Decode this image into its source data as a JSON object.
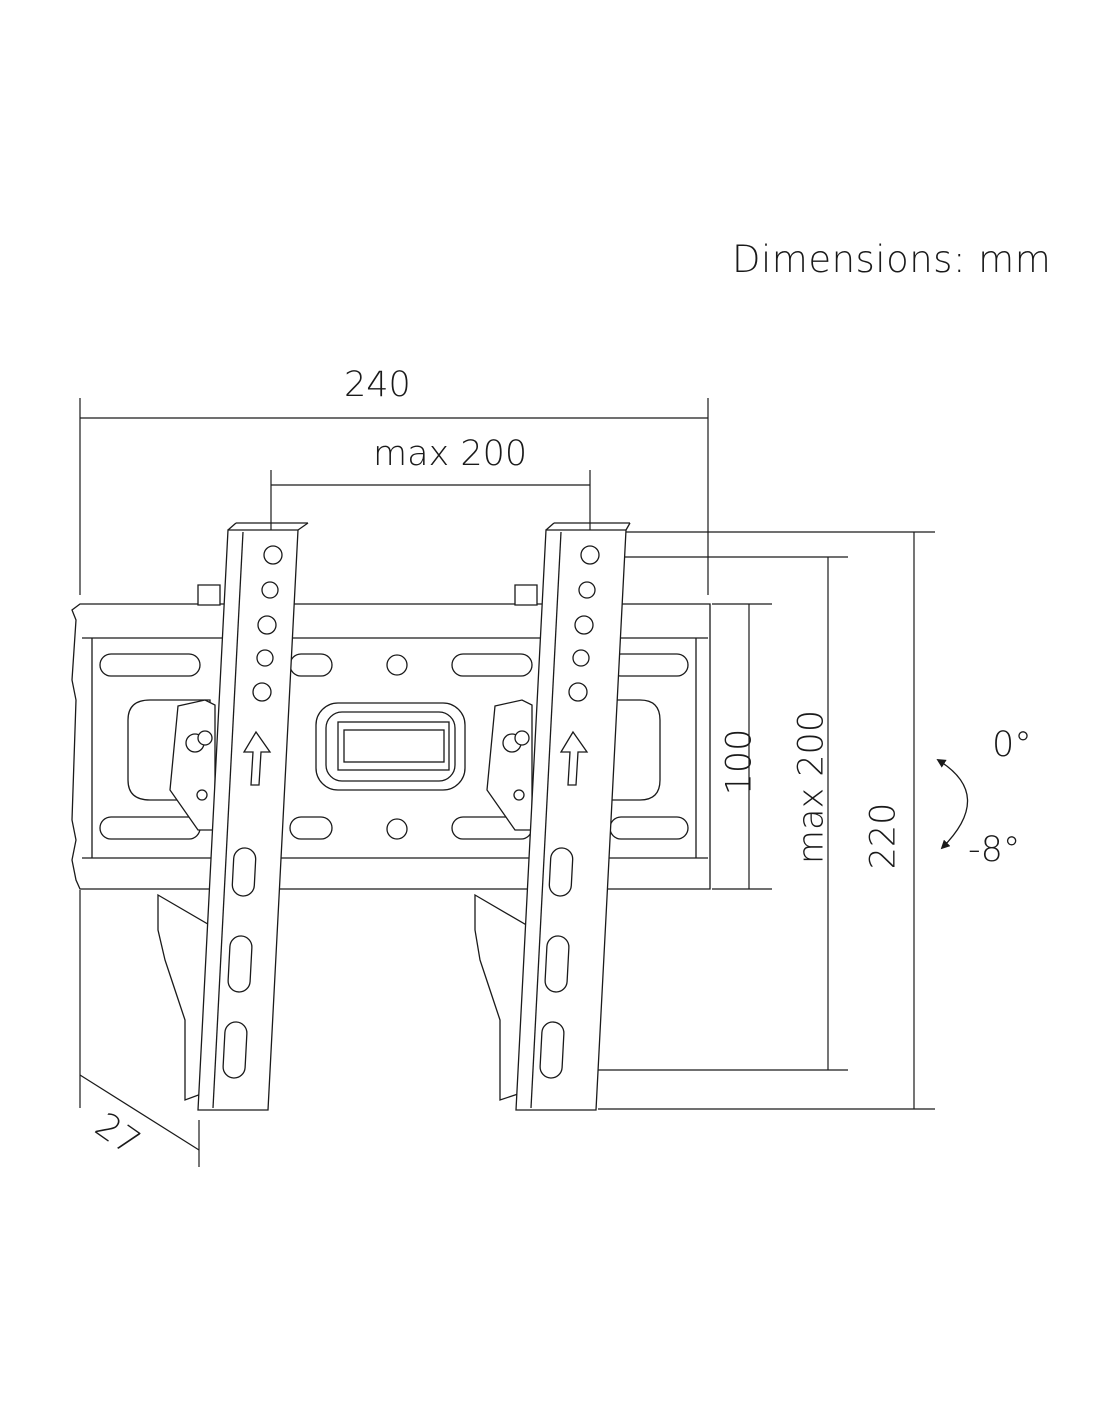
{
  "units_label": "Dimensions: mm",
  "dimensions": {
    "overall_width": "240",
    "max_hole_spacing_horizontal": "max 200",
    "wall_plate_height": "100",
    "max_hole_spacing_vertical": "max 200",
    "overall_height": "220",
    "depth": "27"
  },
  "tilt": {
    "upper": "0°",
    "lower": "-8°"
  }
}
